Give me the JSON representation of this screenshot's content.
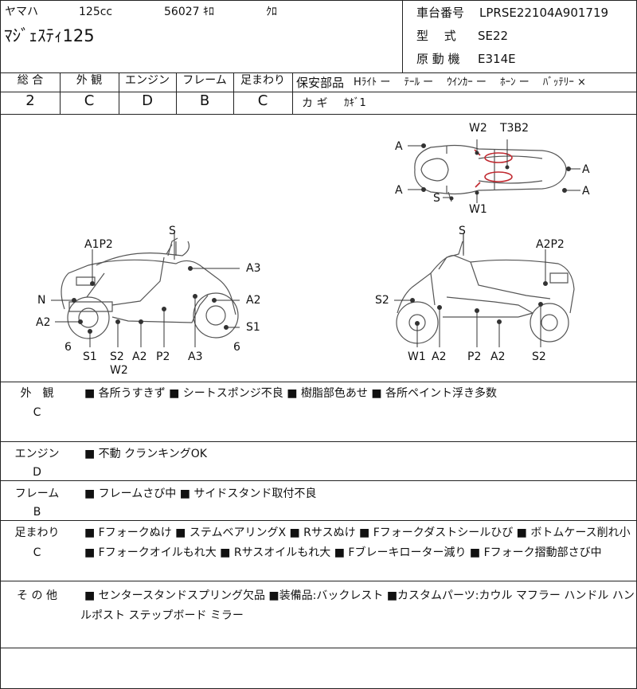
{
  "header": {
    "maker": "ヤマハ",
    "displacement": "125cc",
    "mileage": "56027 ｷﾛ",
    "color": "ｸﾛ",
    "model": "ﾏｼﾞｪｽﾃｨ125",
    "frame_no_label": "車台番号",
    "frame_no": "LPRSE22104A901719",
    "type_label": "型　 式",
    "type": "SE22",
    "engine_label": "原 動 機",
    "engine": "E314E"
  },
  "grades": [
    {
      "label": "総 合",
      "value": "2"
    },
    {
      "label": "外 観",
      "value": "C"
    },
    {
      "label": "エンジン",
      "value": "D"
    },
    {
      "label": "フレーム",
      "value": "B"
    },
    {
      "label": "足まわり",
      "value": "C"
    }
  ],
  "parts": {
    "label": "保安部品",
    "items": "Hﾗｲﾄ ー　 ﾃｰﾙ ー　 ｳｲﾝｶｰ ー　 ﾎｰﾝ ー　 ﾊﾞｯﾃﾘｰ ×",
    "key_label": "カ ギ",
    "key_value": "ｶｷﾞ1"
  },
  "diagram_labels": {
    "top": [
      "W2",
      "T3B2",
      "A",
      "A",
      "A",
      "A",
      "S",
      "W1"
    ],
    "left": [
      "S",
      "A1P2",
      "A3",
      "N",
      "A2",
      "A2",
      "S1",
      "6",
      "6",
      "S1",
      "S2",
      "A2",
      "P2",
      "A3",
      "W2"
    ],
    "right": [
      "S",
      "A2P2",
      "S2",
      "W1",
      "A2",
      "P2",
      "A2",
      "S2"
    ]
  },
  "sections": [
    {
      "label": "外　観",
      "grade": "C",
      "lines": [
        "■ 各所うすきず ■ シートスポンジ不良 ■ 樹脂部色あせ ■ 各所ペイント浮き多数"
      ]
    },
    {
      "label": "エンジン",
      "grade": "D",
      "lines": [
        "■ 不動 クランキングOK"
      ]
    },
    {
      "label": "フレーム",
      "grade": "B",
      "lines": [
        "■ フレームさび中 ■ サイドスタンド取付不良"
      ]
    },
    {
      "label": "足まわり",
      "grade": "C",
      "lines": [
        "■ Fフォークぬけ ■ ステムベアリングX ■ Rサスぬけ ■ Fフォークダストシールひび ■ ボトムケース削れ小",
        "■ Fフォークオイルもれ大 ■ Rサスオイルもれ大 ■ Fブレーキローター減り ■ Fフォーク摺動部さび中"
      ]
    },
    {
      "label": "そ の 他",
      "grade": "",
      "lines": [
        "■ センタースタンドスプリング欠品 ■装備品:バックレスト ■カスタムパーツ:カウル マフラー ハンドル ハンド",
        "ルポスト ステップボード ミラー"
      ]
    }
  ],
  "colors": {
    "line": "#222222",
    "damage_mark": "#c0282f",
    "drawing": "#555555"
  }
}
